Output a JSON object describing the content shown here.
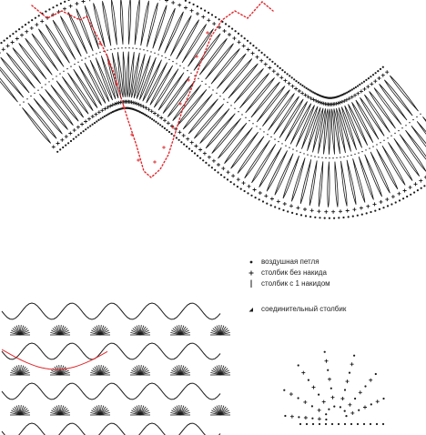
{
  "legend": {
    "items": [
      {
        "symbol": "chain-stitch-dot",
        "label": "воздушная петля"
      },
      {
        "symbol": "single-crochet-cross",
        "label": "столбик без накида"
      },
      {
        "symbol": "double-crochet-bar",
        "label": "столбик с 1 накидом"
      },
      {
        "symbol": "slip-stitch-triangle",
        "label": "соединительный столбик"
      }
    ]
  },
  "colors": {
    "ink": "#1a1a1a",
    "accent_red": "#e0282d",
    "background": "#ffffff"
  }
}
